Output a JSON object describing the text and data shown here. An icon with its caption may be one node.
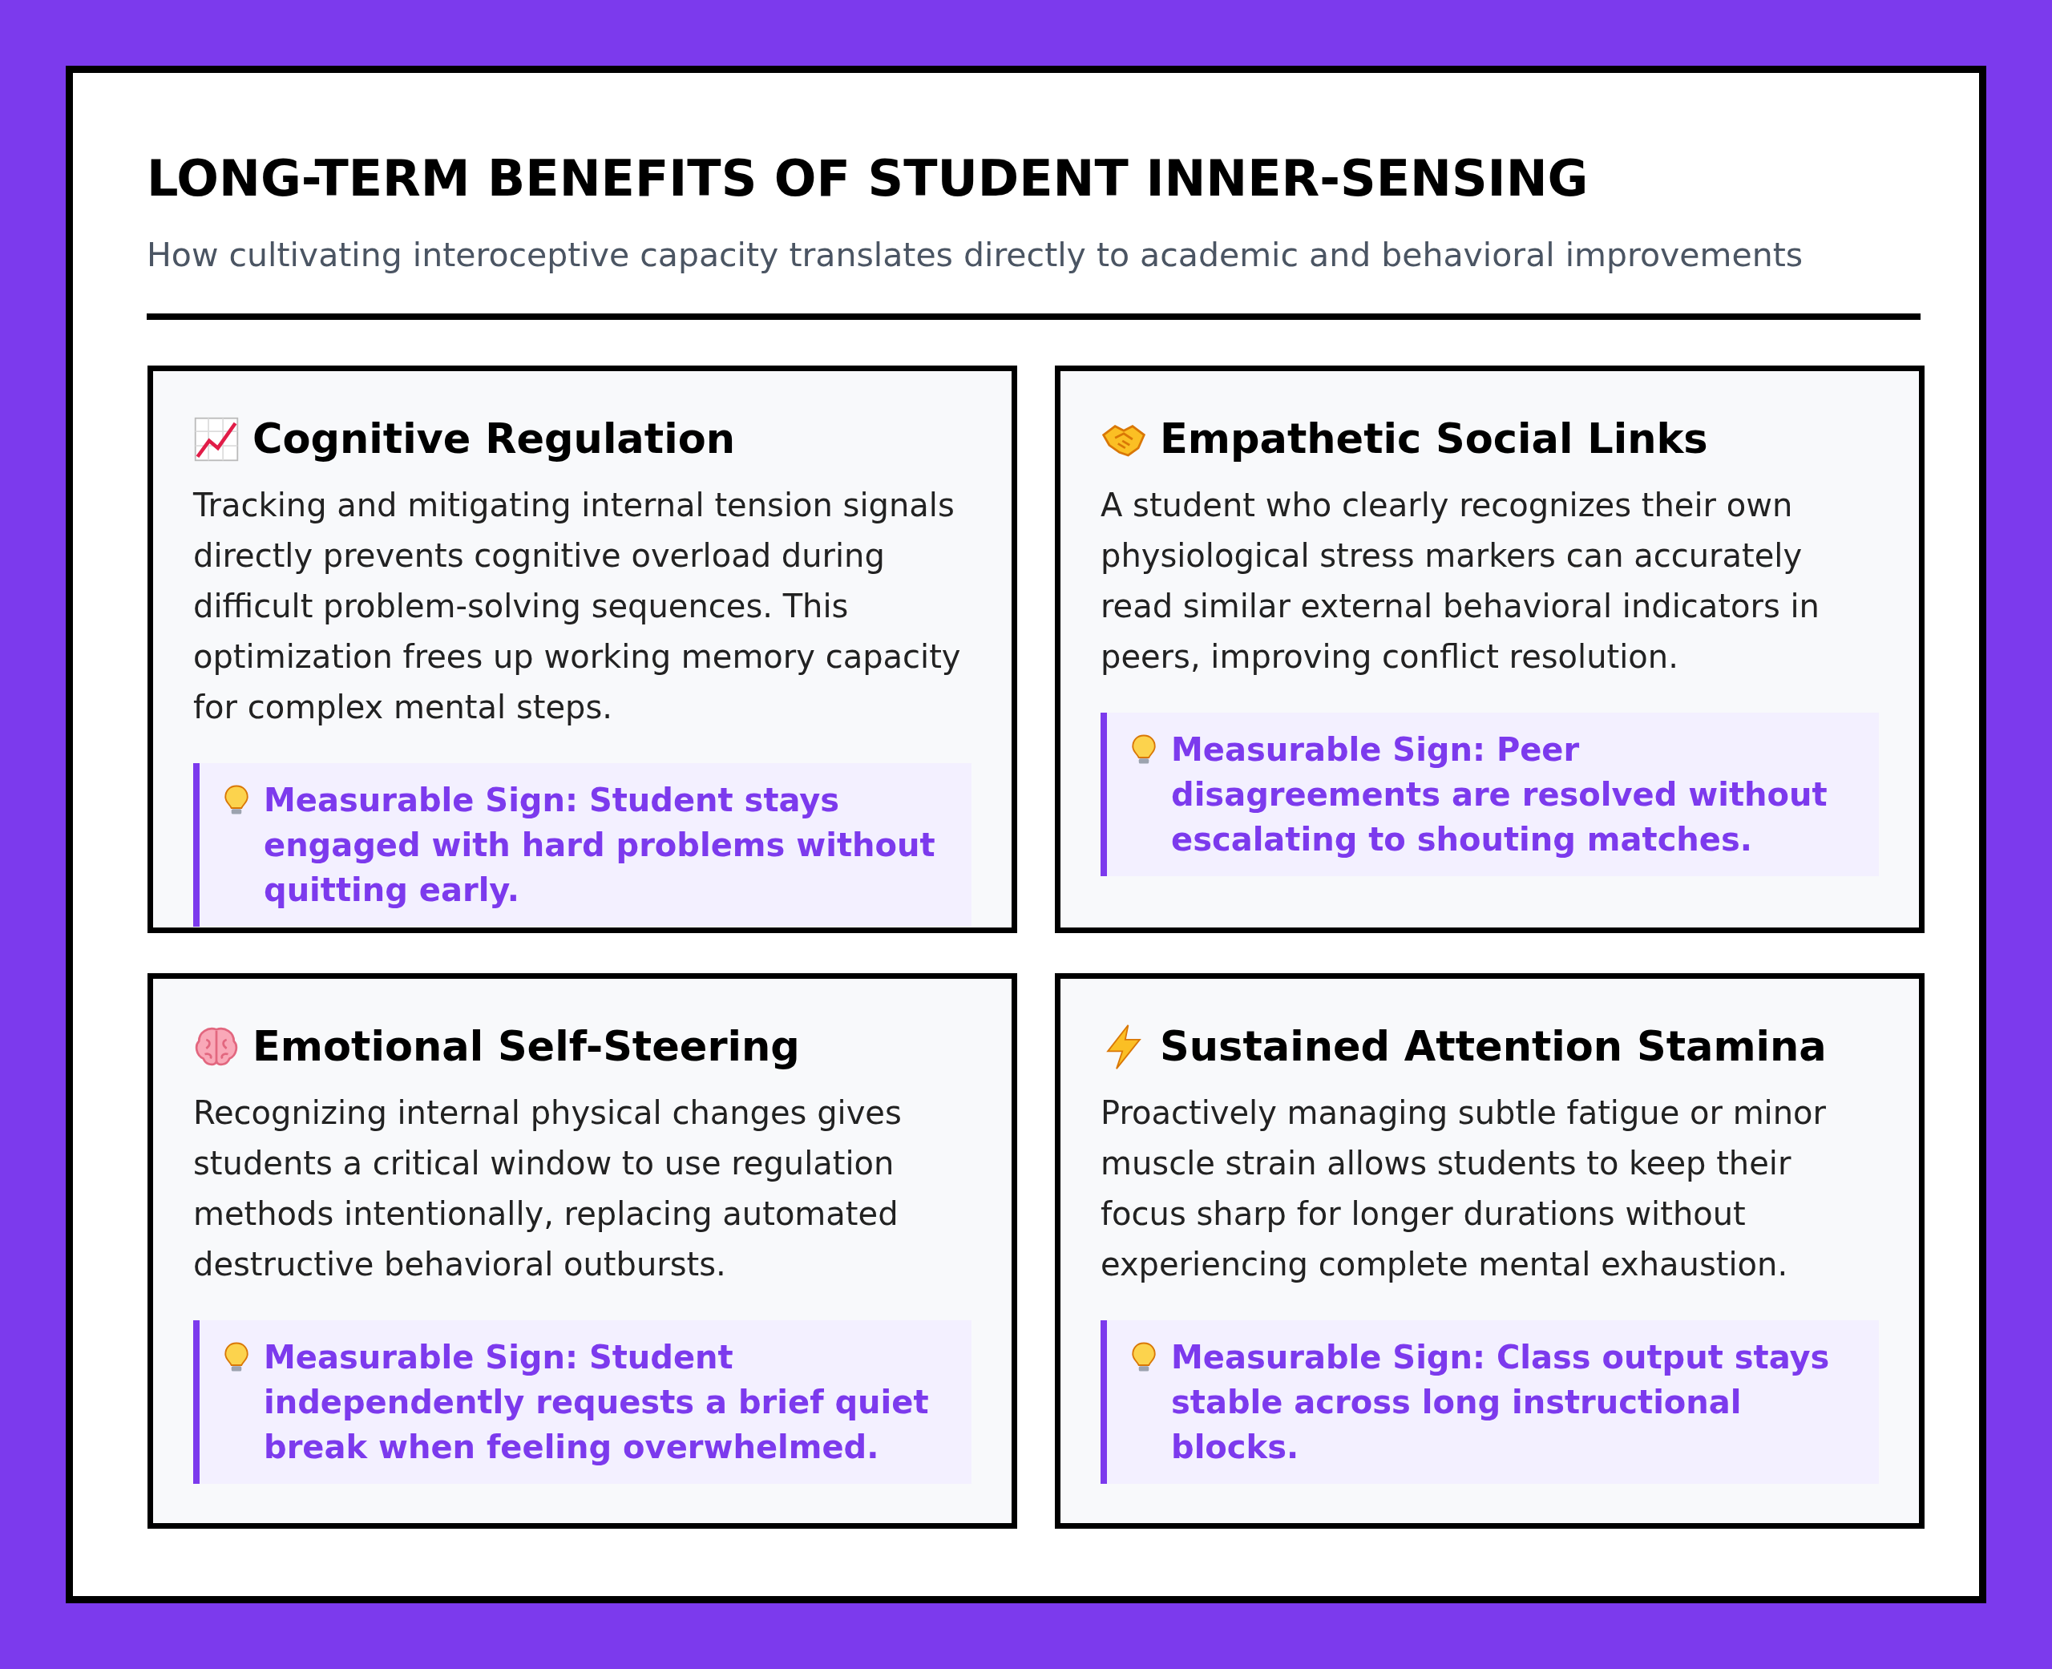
{
  "diagram": {
    "title": "LONG-TERM BENEFITS OF STUDENT INNER-SENSING",
    "nodes": [
      {
        "text": [
          "Cognitive Regulation",
          "Tracking and mitigating internal tension signals directly prevents cognitive overload during difficult problem-solving sequences. This optimization frees up working memory capacity for complex mental steps."
        ]
      },
      {
        "text": [
          "Measurable Sign: Student stays engaged with hard problems without quitting early."
        ],
        "in": 0
      },
      {
        "text": [
          "Empathetic Social Links",
          "A student who clearly recognizes their own physiological stress markers can accurately read similar external behavioral indicators in peers, improving conflict resolution."
        ]
      },
      {
        "text": [
          "Measurable Sign: Peer disagreements are resolved without escalating to shouting matches."
        ],
        "in": 2
      },
      {
        "text": [
          "Emotional Self-Steering",
          "Recognizing internal physical changes gives students a critical window to use regulation methods intentionally, replacing automated destructive behavioral outbursts."
        ]
      },
      {
        "text": [
          "Measurable Sign: Student independently requests a brief quiet break when feeling overwhelmed."
        ],
        "in": 4
      },
      {
        "text": [
          "Sustained Attention Stamina",
          "Proactively managing subtle fatigue or minor muscle strain allows students to keep their focus sharp for longer durations without experiencing complete mental exhaustion."
        ]
      },
      {
        "text": [
          "Measurable Sign: Class output stays stable across long instructional blocks."
        ],
        "in": 6
      }
    ],
    "labels": [
      "How cultivating interoceptive capacity translates directly to academic and behavioral improvements"
    ]
  }
}
